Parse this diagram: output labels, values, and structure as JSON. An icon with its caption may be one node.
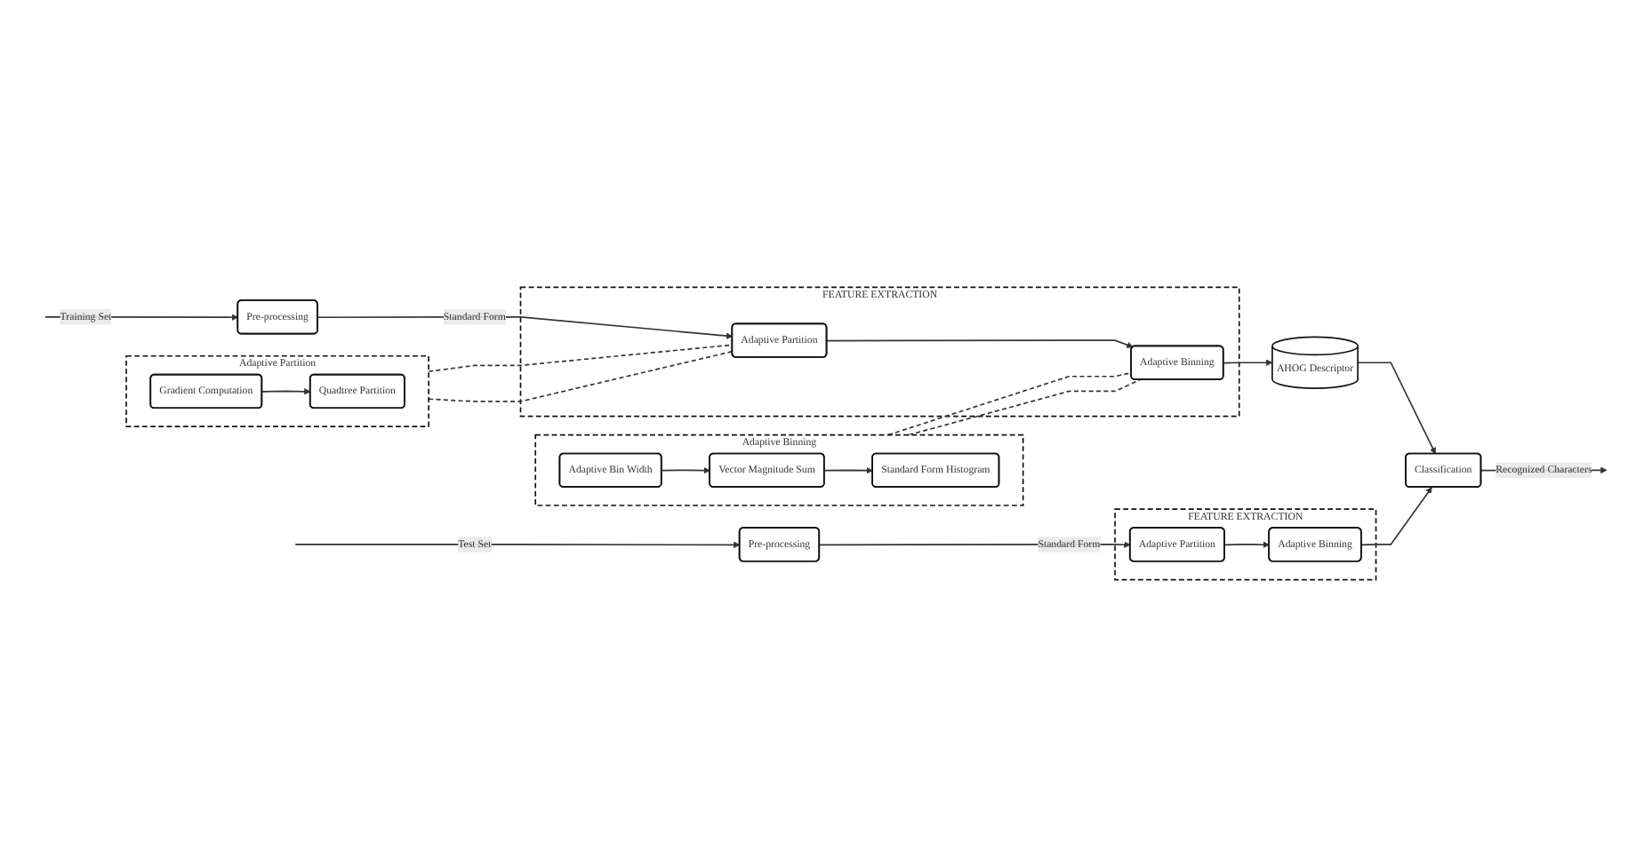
{
  "diagram": {
    "nodes": [
      {
        "text": [
          "Adaptive Partition"
        ]
      },
      {
        "text": [
          "Gradient Computation"
        ],
        "in": 0
      },
      {
        "text": [
          "Quadtree Partition"
        ],
        "in": 0
      },
      {
        "text": [
          "Adaptive Binning"
        ]
      },
      {
        "text": [
          "Adaptive Bin Width"
        ],
        "in": 3
      },
      {
        "text": [
          "Vector Magnitude Sum"
        ],
        "in": 3
      },
      {
        "text": [
          "Standard Form Histogram"
        ],
        "in": 3
      },
      {
        "text": [
          "Pre-processing"
        ]
      },
      {
        "text": [
          "FEATURE   EXTRACTION"
        ]
      },
      {
        "text": [
          "Adaptive Partition"
        ],
        "in": 8
      },
      {
        "text": [
          "Adaptive Binning"
        ],
        "in": 8
      },
      {
        "text": [
          "AHOG Descriptor"
        ]
      },
      {
        "text": [
          "Pre-processing"
        ]
      },
      {
        "text": [
          "FEATURE   EXTRACTION"
        ]
      },
      {
        "text": [
          "Adaptive Partition"
        ],
        "in": 13
      },
      {
        "text": [
          "Adaptive Binning"
        ],
        "in": 13
      },
      {
        "text": [
          "Classification"
        ]
      }
    ],
    "edges": [
      {
        "from": 1,
        "to": 2,
        "arrow": "to"
      },
      {
        "from": 4,
        "to": 5,
        "arrow": "to"
      },
      {
        "from": 5,
        "to": 6,
        "arrow": "to"
      },
      {
        "from": null,
        "to": 7,
        "arrow": "to",
        "label": "Training Set"
      },
      {
        "from": 7,
        "to": 9,
        "arrow": "to",
        "label": "Standard Form"
      },
      {
        "from": 9,
        "to": 10,
        "arrow": "to"
      },
      {
        "from": 10,
        "to": 11,
        "arrow": "to"
      },
      {
        "from": 11,
        "to": 16,
        "arrow": "to"
      },
      {
        "from": null,
        "to": 12,
        "arrow": "to",
        "label": "Test Set"
      },
      {
        "from": 12,
        "to": 14,
        "arrow": "to",
        "label": "Standard Form"
      },
      {
        "from": 14,
        "to": 15,
        "arrow": "to"
      },
      {
        "from": 15,
        "to": 16,
        "arrow": "to"
      },
      {
        "from": 16,
        "to": null,
        "arrow": "to",
        "label": "Recognized Characters"
      },
      {
        "from": 0,
        "to": 9,
        "arrow": "none",
        "style": "dashed"
      },
      {
        "from": 0,
        "to": 9,
        "arrow": "none",
        "style": "dashed"
      },
      {
        "from": 3,
        "to": 10,
        "arrow": "none",
        "style": "dashed"
      },
      {
        "from": 3,
        "to": 10,
        "arrow": "none",
        "style": "dashed"
      }
    ]
  }
}
